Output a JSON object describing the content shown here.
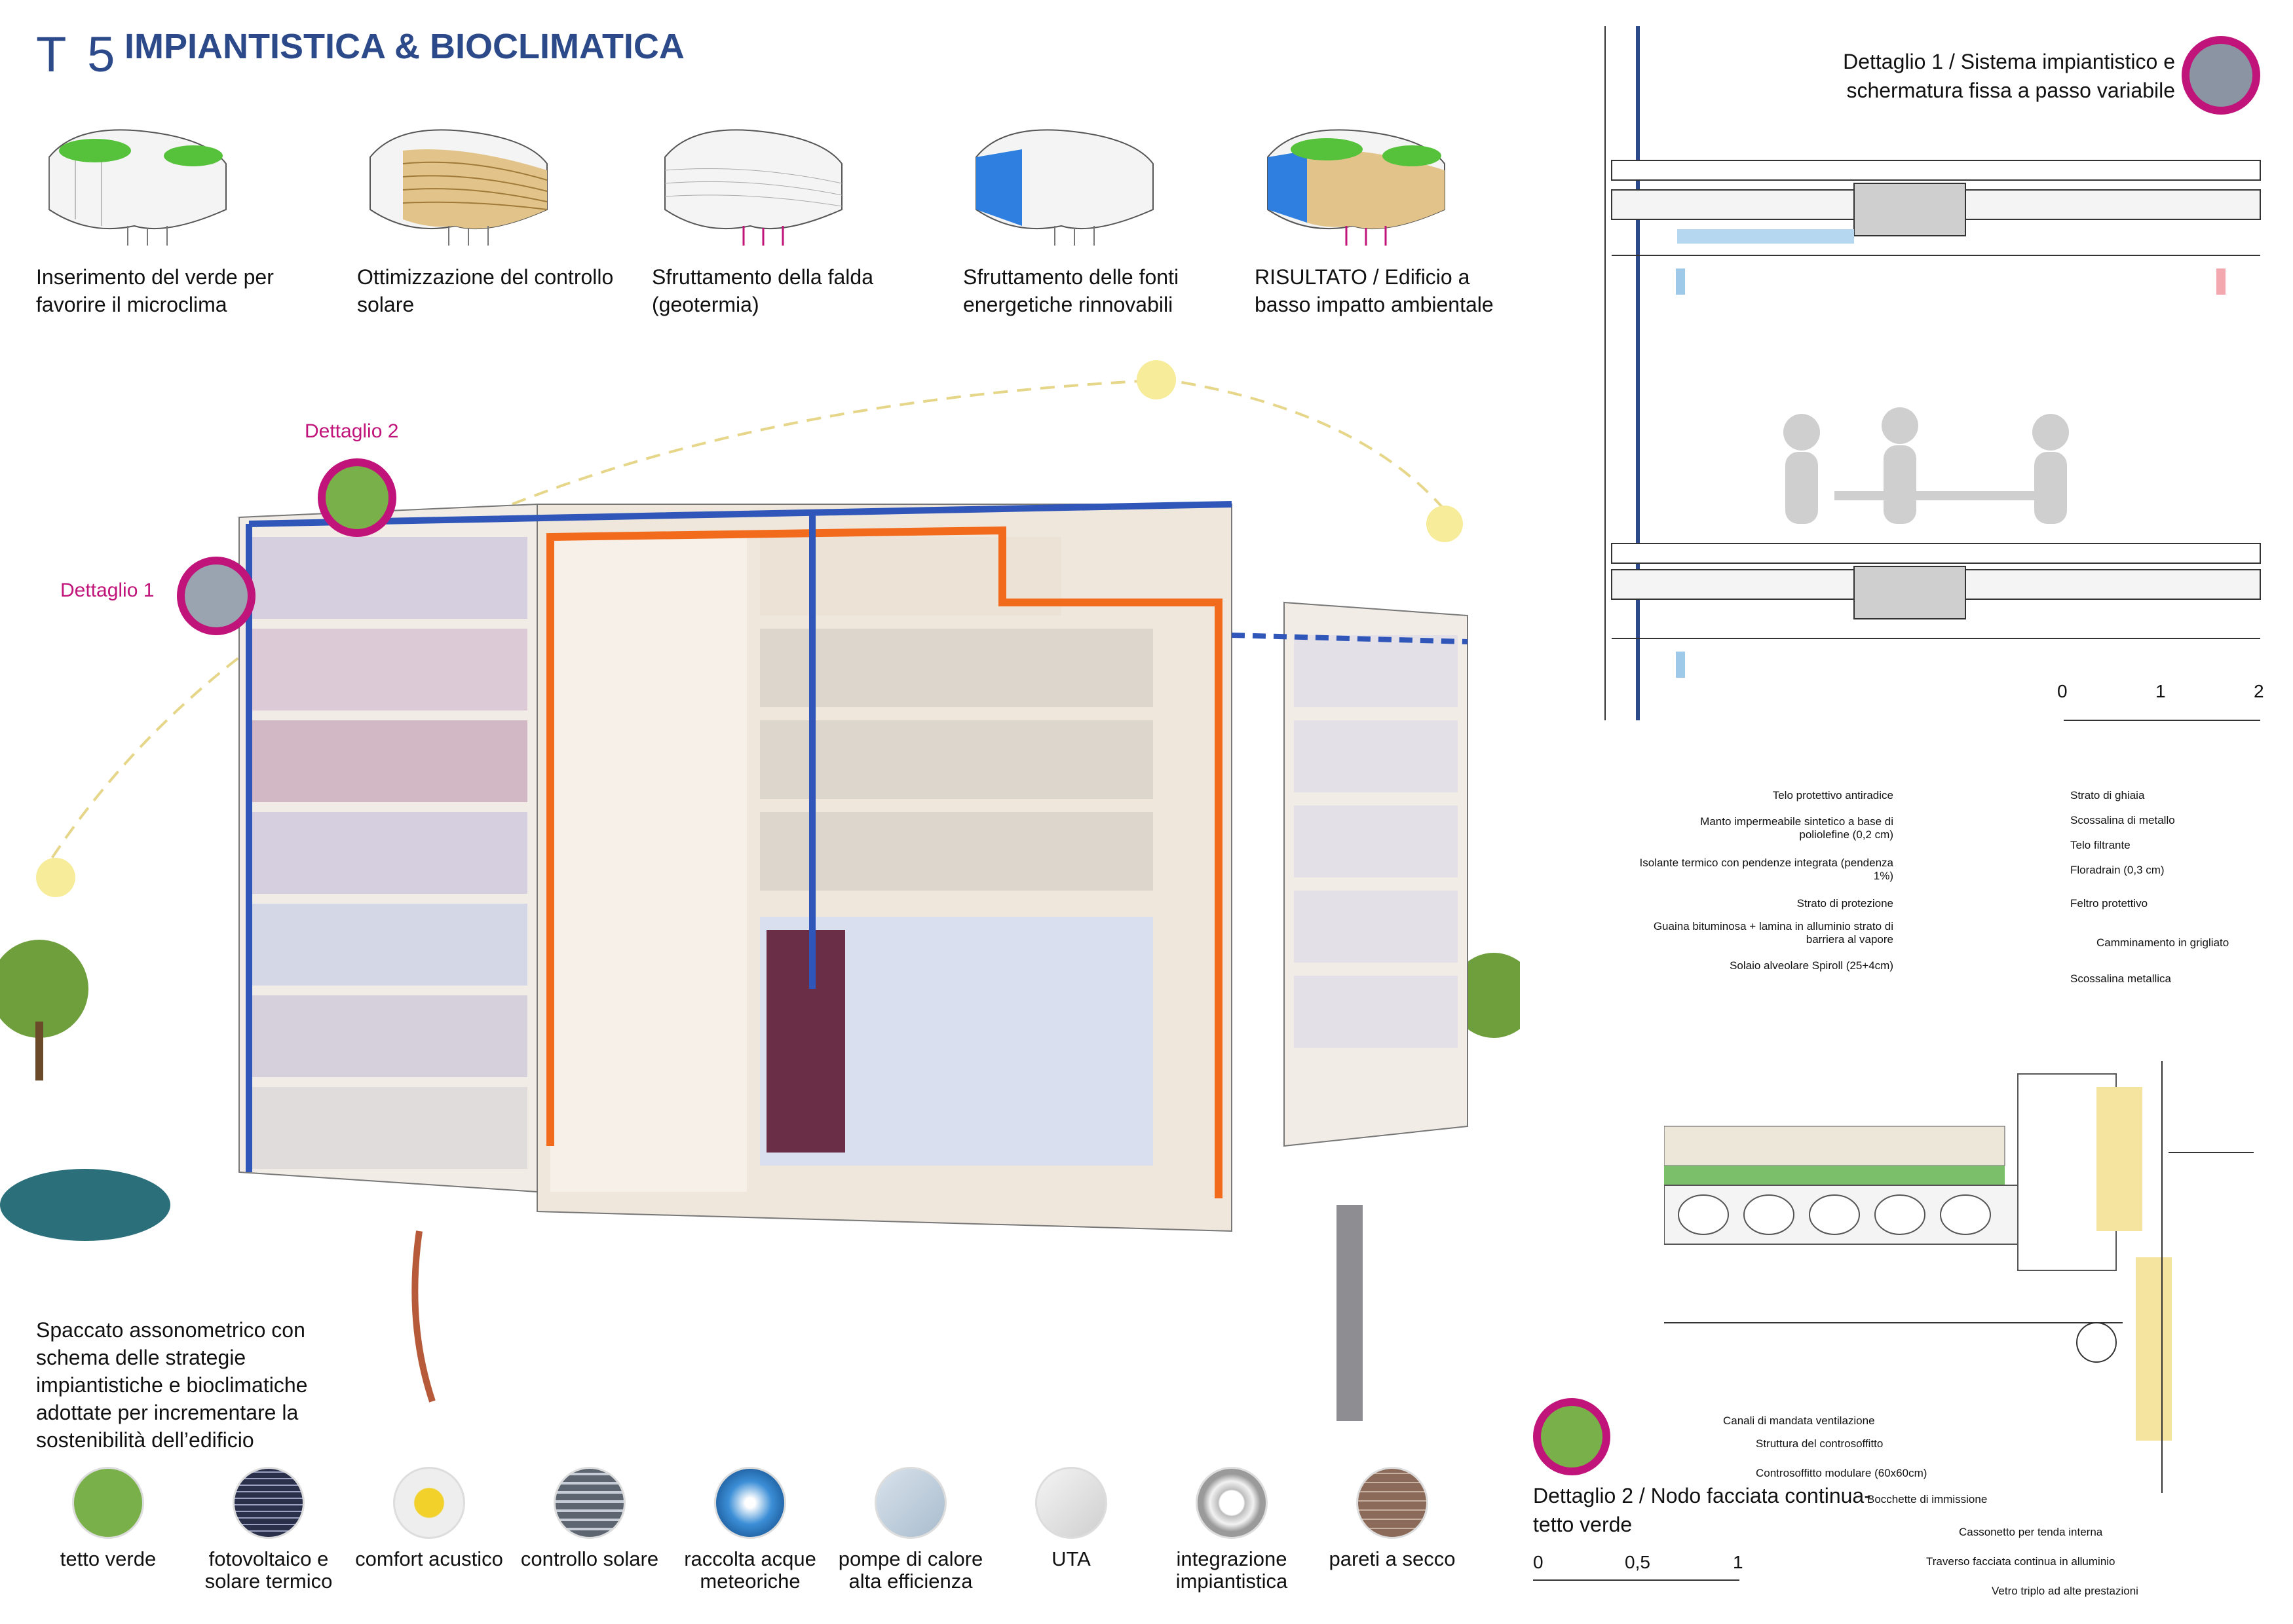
{
  "header": {
    "code": "T 5",
    "title": "IMPIANTISTICA & BIOCLIMATICA"
  },
  "strategies": [
    {
      "caption": "Inserimento del verde per favorire il microclima"
    },
    {
      "caption": "Ottimizzazione del controllo solare"
    },
    {
      "caption": "Sfruttamento della falda (geotermia)"
    },
    {
      "caption": "Sfruttamento delle fonti energetiche rinnovabili"
    },
    {
      "caption": "RISULTATO / Edificio a basso impatto ambientale"
    }
  ],
  "axonometric": {
    "detail2_label": "Dettaglio 2",
    "detail1_label": "Dettaglio 1",
    "caption": "Spaccato assonometrico con schema delle strategie impiantistiche e bioclimatiche adottate per incrementare la sostenibilità dell’edificio"
  },
  "legend": [
    {
      "label": "tetto verde",
      "icon": "green-roof-icon"
    },
    {
      "label": "fotovoltaico e solare termico",
      "icon": "solar-panel-icon"
    },
    {
      "label": "comfort acustico",
      "icon": "acoustic-comfort-icon"
    },
    {
      "label": "controllo solare",
      "icon": "solar-shading-icon"
    },
    {
      "label": "raccolta acque meteoriche",
      "icon": "rainwater-icon"
    },
    {
      "label": "pompe di calore alta efficienza",
      "icon": "heat-pump-icon"
    },
    {
      "label": "UTA",
      "icon": "air-handling-unit-icon"
    },
    {
      "label": "integrazione impiantistica",
      "icon": "diffuser-icon"
    },
    {
      "label": "pareti a secco",
      "icon": "dry-wall-icon"
    }
  ],
  "detail1": {
    "title": "Dettaglio 1 / Sistema impiantistico e schermatura fissa a passo variabile",
    "scale": [
      "0",
      "1",
      "2"
    ]
  },
  "detail2": {
    "title": "Dettaglio 2 / Nodo facciata continua-tetto verde",
    "scale": [
      "0",
      "0,5",
      "1"
    ],
    "labels_left": [
      "Telo protettivo antiradice",
      "Manto impermeabile sintetico a base di poliolefine (0,2 cm)",
      "Isolante termico con pendenze integrata (pendenza 1%)",
      "Strato di protezione",
      "Guaina bituminosa + lamina in alluminio strato di barriera al vapore",
      "Solaio alveolare Spiroll (25+4cm)"
    ],
    "labels_right": [
      "Strato di ghiaia",
      "Scossalina di metallo",
      "Telo filtrante",
      "Floradrain (0,3 cm)",
      "Feltro protettivo",
      "Camminamento in grigliato",
      "Scossalina metallica"
    ],
    "labels_bottom": [
      "Canali di mandata ventilazione",
      "Struttura del controsoffitto",
      "Controsoffitto modulare (60x60cm)",
      "Bocchette di immissione",
      "Cassonetto per tenda interna",
      "Traverso facciata continua in alluminio",
      "Vetro triplo ad alte prestazioni"
    ]
  },
  "colors": {
    "brand_blue": "#2c4a8a",
    "accent_magenta": "#c0147a",
    "pipe_orange": "#f26a1b",
    "pipe_blue": "#2f56b8"
  }
}
